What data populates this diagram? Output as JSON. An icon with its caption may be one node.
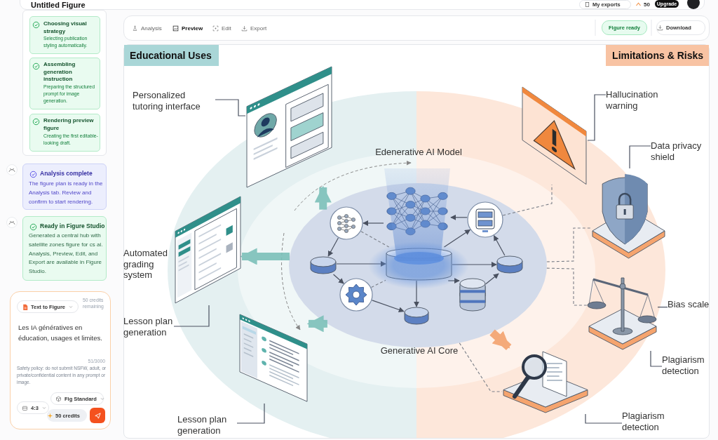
{
  "diagram": {
    "nodes": [
      {
        "text": [],
        "shape": "ellipse"
      },
      {
        "text": [],
        "shape": "picture",
        "in": 0
      },
      {
        "text": [],
        "shape": "cylinder",
        "in": 0
      },
      {
        "text": [],
        "shape": "circle",
        "in": 0
      },
      {
        "text": [],
        "shape": "circle",
        "in": 0
      },
      {
        "text": [],
        "shape": "cylinder",
        "in": 0
      },
      {
        "text": [],
        "shape": "circle",
        "in": 0
      },
      {
        "text": [],
        "shape": "cylinder",
        "in": 0
      },
      {
        "text": [],
        "shape": "cylinder",
        "in": 0
      },
      {
        "text": [],
        "shape": "cylinder",
        "in": 0
      },
      {
        "text": [],
        "shape": "picture"
      },
      {
        "text": [],
        "shape": "picture",
        "beside": [
          "Automated grading system"
        ]
      },
      {
        "text": [],
        "shape": "picture"
      },
      {
        "text": [],
        "shape": "picture"
      },
      {
        "text": [],
        "shape": "picture"
      },
      {
        "text": [],
        "shape": "picture"
      },
      {
        "text": [],
        "shape": "picture"
      },
      {
        "text": [
          "Personalized tutoring interface"
        ]
      },
      {
        "text": [
          "Lesson plan generation"
        ]
      },
      {
        "text": [
          "Lesson plan generation"
        ]
      },
      {
        "text": [
          "Hallucination warning"
        ]
      },
      {
        "text": [
          "Data privacy shield"
        ]
      },
      {
        "text": [
          "Bias scale"
        ]
      },
      {
        "text": [
          "Plagiarism detection"
        ]
      },
      {
        "text": [
          "Plagiarism detection"
        ]
      }
    ],
    "edges": [
      {
        "from": 1,
        "to": 3,
        "arrow": "to"
      },
      {
        "from": 4,
        "to": 1,
        "arrow": "to"
      },
      {
        "from": 3,
        "to": 5,
        "arrow": "to"
      },
      {
        "from": 5,
        "to": 2,
        "arrow": "to"
      },
      {
        "from": 5,
        "to": 6,
        "arrow": "to"
      },
      {
        "from": 6,
        "to": 7,
        "arrow": "to"
      },
      {
        "from": 2,
        "to": 7,
        "arrow": "to"
      },
      {
        "from": 2,
        "to": 8,
        "arrow": "to"
      },
      {
        "from": 8,
        "to": 9,
        "arrow": "to"
      },
      {
        "from": 2,
        "to": 9,
        "arrow": "to"
      },
      {
        "from": 2,
        "to": 4,
        "arrow": "to"
      },
      {
        "from": 9,
        "to": 4,
        "arrow": "to"
      },
      {
        "from": 3,
        "to": 2,
        "arrow": "none",
        "style": "dashed"
      },
      {
        "from": 6,
        "to": 2,
        "arrow": "none",
        "style": "dashed"
      },
      {
        "from": 0,
        "to": 10,
        "arrow": "to",
        "style": "thick",
        "color": "#7cc0b9"
      },
      {
        "from": 0,
        "to": 11,
        "arrow": "to",
        "style": "thick",
        "color": "#7cc0b9"
      },
      {
        "from": 0,
        "to": 12,
        "arrow": "to",
        "style": "thick",
        "color": "#7cc0b9"
      },
      {
        "from": 0,
        "to": 16,
        "arrow": "to",
        "style": "thick",
        "color": "#f4a36e"
      },
      {
        "from": 4,
        "to": 13,
        "arrow": "none",
        "style": "dashed"
      },
      {
        "from": 0,
        "to": 14,
        "arrow": "none",
        "style": "dashed"
      },
      {
        "from": 0,
        "to": 15,
        "arrow": "none",
        "style": "dashed"
      },
      {
        "from": 0,
        "to": 16,
        "arrow": "none",
        "style": "dashed"
      },
      {
        "from": 17,
        "to": 10,
        "arrow": "none"
      },
      {
        "from": 18,
        "to": 11,
        "arrow": "none"
      },
      {
        "from": 19,
        "to": 12,
        "arrow": "none"
      },
      {
        "from": 20,
        "to": 13,
        "arrow": "none"
      },
      {
        "from": 21,
        "to": 14,
        "arrow": "none"
      },
      {
        "from": 22,
        "to": 15,
        "arrow": "none"
      },
      {
        "from": 23,
        "to": 15,
        "arrow": "none"
      },
      {
        "from": 24,
        "to": 16,
        "arrow": "none"
      }
    ],
    "labels": [
      "Untitled Figure",
      "My exports",
      "50",
      "Upgrade",
      "Choosing visual strategy",
      "Selecting publication styling automatically.",
      "Assembling generation instruction",
      "Preparing the structured prompt for image generation.",
      "Rendering preview figure",
      "Creating the first editable-looking draft.",
      "Analysis complete",
      "The figure plan is ready in the Analysis tab. Review and confirm to start rendering.",
      "Ready in Figure Studio",
      "Generated a central hub with satellite zones figure for cs ai. Analysis, Preview, Edit, and Export are available in Figure Studio.",
      "Text to Figure",
      "50 credits remaining",
      "Les IA génératives en éducation, usages et limites.",
      "51/3000",
      "Safety policy: do not submit NSFW, adult, or private/confidential content in any prompt or image.",
      "Fig Standard",
      "4:3",
      "50 credits",
      "Analysis",
      "Preview",
      "Edit",
      "Export",
      "Figure ready",
      "Download",
      "Educational Uses",
      "Limitations & Risks",
      "Edenerative AI Model",
      "Generative AI Core"
    ]
  }
}
